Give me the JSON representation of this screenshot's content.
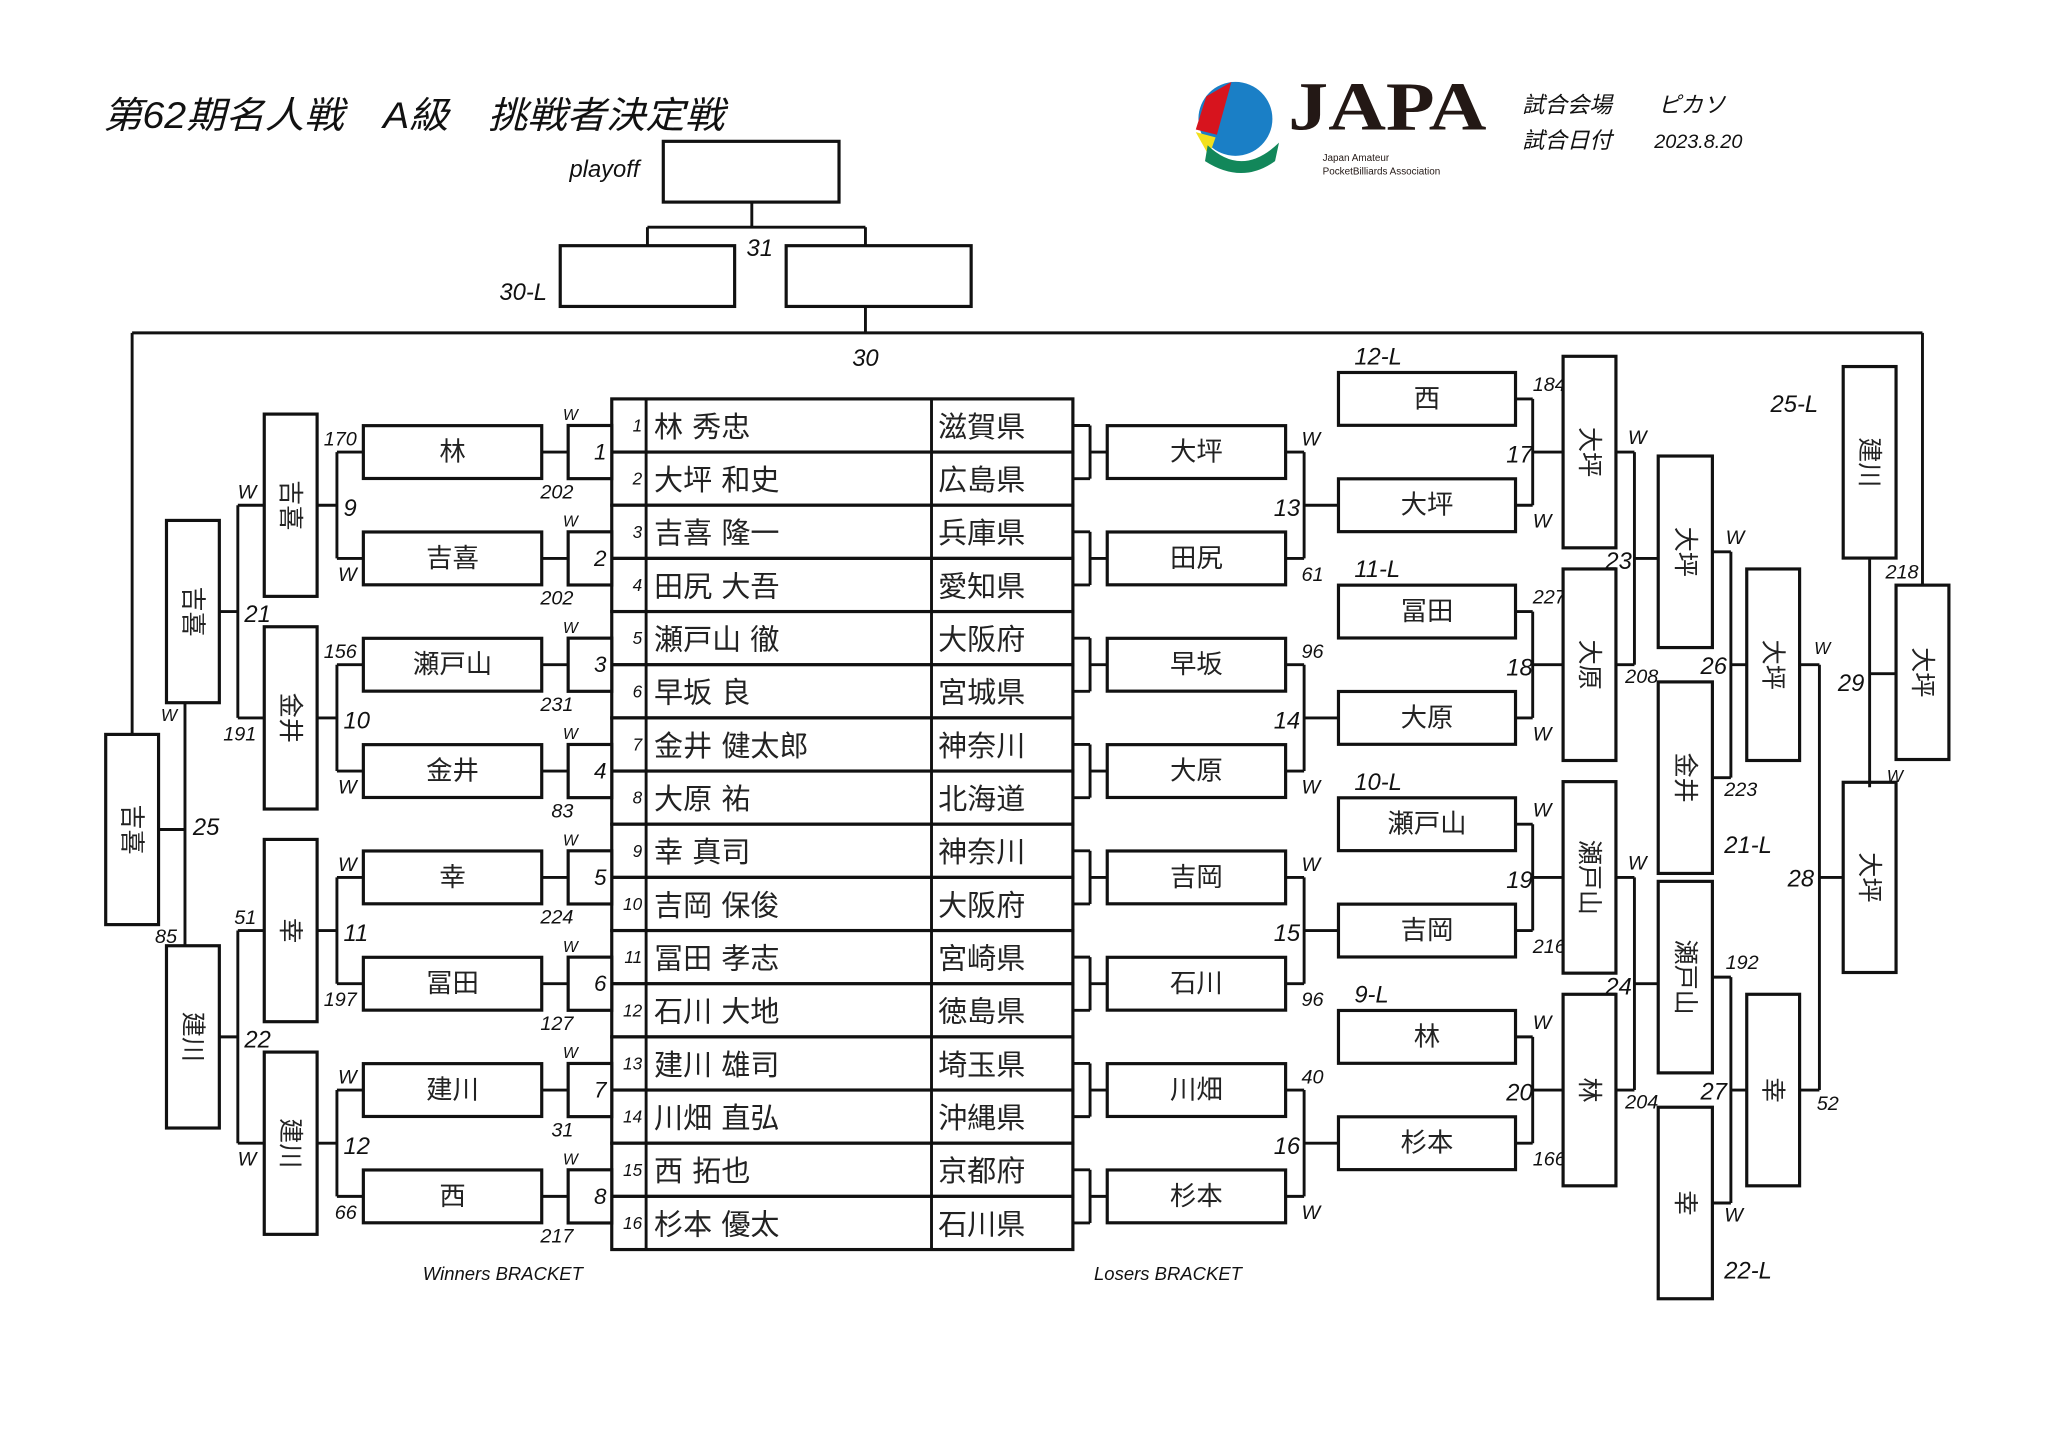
{
  "title": "第62期名人戦　A級　挑戦者決定戦",
  "info": {
    "venue_label": "試合会場",
    "venue": "ピカソ",
    "date_label": "試合日付",
    "date": "2023.8.20"
  },
  "logo": {
    "mark": "JAPA",
    "line1": "Japan Amateur",
    "line2": "PocketBilliards Association",
    "colors": {
      "blue": "#1a7fc6",
      "red": "#d7141e",
      "yellow": "#f2e01c",
      "green": "#12875a",
      "ink": "#231815"
    }
  },
  "playoff": {
    "label": "playoff",
    "match": "31",
    "left_label": "30-L",
    "final_match": "30"
  },
  "players": [
    {
      "seed": "1",
      "name": "林 秀忠",
      "pref": "滋賀県"
    },
    {
      "seed": "2",
      "name": "大坪 和史",
      "pref": "広島県"
    },
    {
      "seed": "3",
      "name": "吉喜 隆一",
      "pref": "兵庫県"
    },
    {
      "seed": "4",
      "name": "田尻 大吾",
      "pref": "愛知県"
    },
    {
      "seed": "5",
      "name": "瀬戸山 徹",
      "pref": "大阪府"
    },
    {
      "seed": "6",
      "name": "早坂 良",
      "pref": "宮城県"
    },
    {
      "seed": "7",
      "name": "金井 健太郎",
      "pref": "神奈川"
    },
    {
      "seed": "8",
      "name": "大原 祐",
      "pref": "北海道"
    },
    {
      "seed": "9",
      "name": "幸 真司",
      "pref": "神奈川"
    },
    {
      "seed": "10",
      "name": "吉岡 保俊",
      "pref": "大阪府"
    },
    {
      "seed": "11",
      "name": "冨田 孝志",
      "pref": "宮崎県"
    },
    {
      "seed": "12",
      "name": "石川 大地",
      "pref": "徳島県"
    },
    {
      "seed": "13",
      "name": "建川 雄司",
      "pref": "埼玉県"
    },
    {
      "seed": "14",
      "name": "川畑 直弘",
      "pref": "沖縄県"
    },
    {
      "seed": "15",
      "name": "西 拓也",
      "pref": "京都府"
    },
    {
      "seed": "16",
      "name": "杉本 優太",
      "pref": "石川県"
    }
  ],
  "winners": {
    "label": "Winners BRACKET",
    "r1": [
      {
        "match": "1",
        "w": "W",
        "winner": "林",
        "score": "202"
      },
      {
        "match": "2",
        "w": "W",
        "winner": "吉喜",
        "score": "202"
      },
      {
        "match": "3",
        "w": "W",
        "winner": "瀬戸山",
        "score": "231"
      },
      {
        "match": "4",
        "w": "W",
        "winner": "金井",
        "score": "83"
      },
      {
        "match": "5",
        "w": "W",
        "winner": "幸",
        "score": "224"
      },
      {
        "match": "6",
        "w": "W",
        "winner": "冨田",
        "score": "127"
      },
      {
        "match": "7",
        "w": "W",
        "winner": "建川",
        "score": "31"
      },
      {
        "match": "8",
        "w": "W",
        "winner": "西",
        "score": "217"
      }
    ],
    "r2": [
      {
        "match": "9",
        "winner": "吉喜",
        "top": "170",
        "bottom": "W"
      },
      {
        "match": "10",
        "winner": "金井",
        "top": "156",
        "bottom": "W"
      },
      {
        "match": "11",
        "winner": "幸",
        "top": "W",
        "bottom": "197"
      },
      {
        "match": "12",
        "winner": "建川",
        "top": "W",
        "bottom": "66"
      }
    ],
    "r3": [
      {
        "match": "21",
        "winner": "吉喜",
        "top": "W",
        "bottom": "191"
      },
      {
        "match": "22",
        "winner": "建川",
        "top": "51",
        "bottom": "W"
      }
    ],
    "final": {
      "match": "25",
      "winner": "吉喜",
      "top": "W",
      "bottom": "85"
    }
  },
  "losers": {
    "label": "Losers BRACKET",
    "entries": [
      "大坪",
      "田尻",
      "早坂",
      "大原",
      "吉岡",
      "石川",
      "川畑",
      "杉本"
    ],
    "r1": [
      {
        "match": "13",
        "winner": "大坪",
        "top": "W",
        "bottom": "61"
      },
      {
        "match": "14",
        "winner": "大原",
        "top": "96",
        "bottom": "W"
      },
      {
        "match": "15",
        "winner": "吉岡",
        "top": "W",
        "bottom": "96"
      },
      {
        "match": "16",
        "winner": "杉本",
        "top": "40",
        "bottom": "W"
      }
    ],
    "r2": [
      {
        "match": "17",
        "drop_label": "12-L",
        "drop": "西",
        "winner": "大坪",
        "top": "184",
        "bottom": "W"
      },
      {
        "match": "18",
        "drop_label": "11-L",
        "drop": "冨田",
        "winner": "大原",
        "top": "227",
        "bottom": "W"
      },
      {
        "match": "19",
        "drop_label": "10-L",
        "drop": "瀬戸山",
        "winner": "瀬戸山",
        "top": "W",
        "bottom": "216"
      },
      {
        "match": "20",
        "drop_label": "9-L",
        "drop": "林",
        "winner": "林",
        "top": "W",
        "bottom": "166"
      }
    ],
    "r3": [
      {
        "match": "23",
        "winner": "大坪",
        "top": "W",
        "bottom": "208"
      },
      {
        "match": "24",
        "winner": "瀬戸山",
        "top": "W",
        "bottom": "204"
      }
    ],
    "r4": [
      {
        "match": "26",
        "drop_label": "21-L",
        "drop": "金井",
        "winner": "大坪",
        "top": "W",
        "bottom": "223"
      },
      {
        "match": "27",
        "drop_label": "22-L",
        "drop": "幸",
        "winner": "幸",
        "top": "192",
        "bottom": "W"
      }
    ],
    "r5": {
      "match": "28",
      "winner": "大坪",
      "top": "W",
      "bottom": "52"
    },
    "final": {
      "match": "29",
      "drop_label": "25-L",
      "drop": "建川",
      "winner": "大坪",
      "top": "218",
      "bottom": "W"
    }
  }
}
